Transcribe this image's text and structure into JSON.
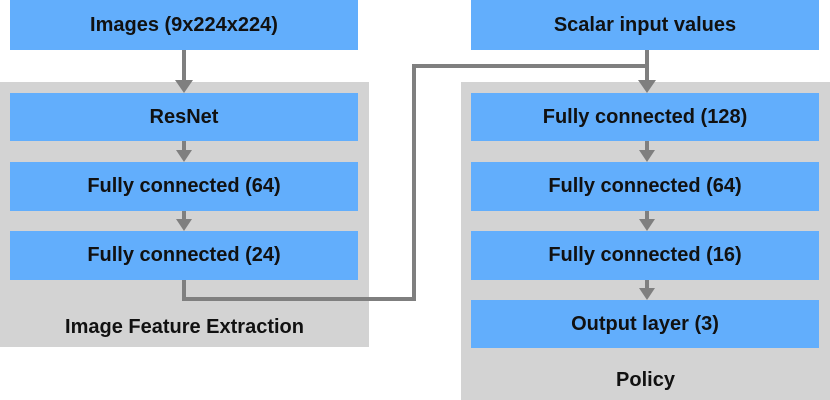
{
  "diagram": {
    "inputs": {
      "images": "Images (9x224x224)",
      "scalar": "Scalar input values"
    },
    "feature_extraction": {
      "label": "Image Feature Extraction",
      "nodes": [
        "ResNet",
        "Fully connected (64)",
        "Fully connected (24)"
      ]
    },
    "policy": {
      "label": "Policy",
      "nodes": [
        "Fully connected (128)",
        "Fully connected (64)",
        "Fully connected (16)",
        "Output layer (3)"
      ]
    },
    "colors": {
      "node_fill": "#62aefc",
      "panel_fill": "#d3d3d3",
      "connector": "#7f7f7f"
    }
  }
}
